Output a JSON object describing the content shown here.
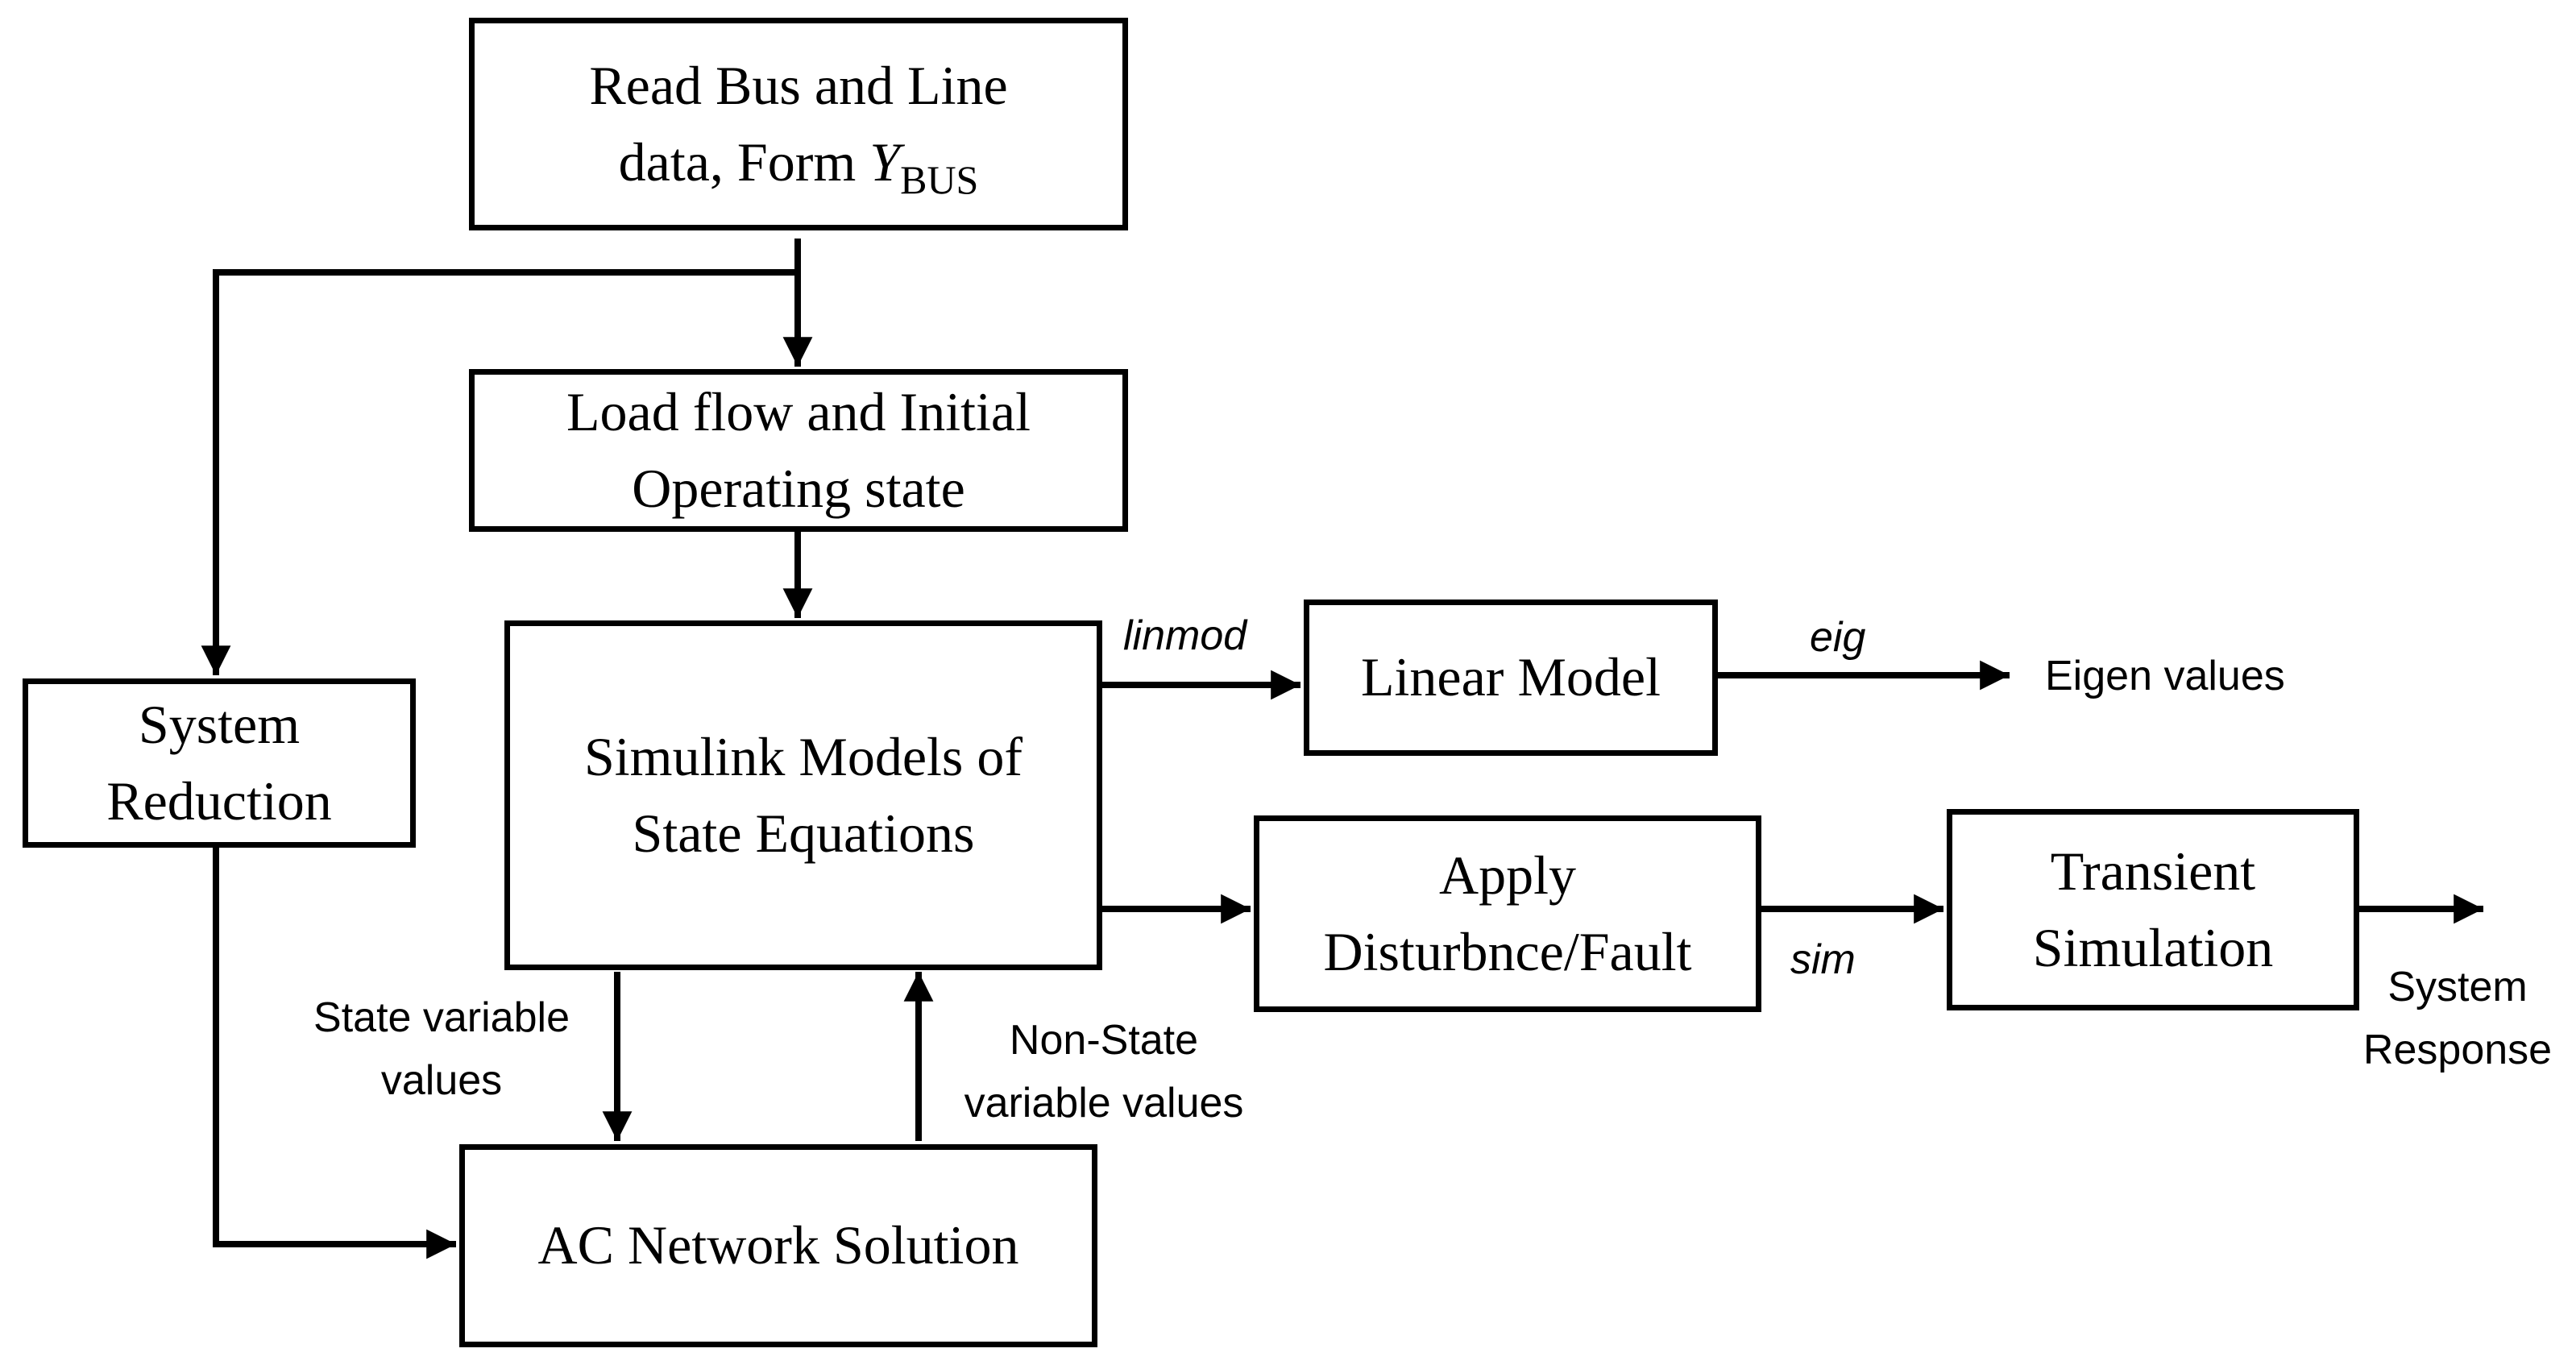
{
  "boxes": {
    "read_bus": {
      "line1": "Read Bus and Line",
      "line2_prefix": "data, Form ",
      "symbol": "Y",
      "subscript": "BUS"
    },
    "load_flow": {
      "line1": "Load flow and Initial",
      "line2": "Operating state"
    },
    "simulink": {
      "line1": "Simulink Models of",
      "line2": "State Equations"
    },
    "system_reduction": {
      "line1": "System",
      "line2": "Reduction"
    },
    "linear_model": {
      "line1": "Linear Model"
    },
    "apply_disturbance": {
      "line1": "Apply",
      "line2": "Disturbnce/Fault"
    },
    "transient": {
      "line1": "Transient",
      "line2": "Simulation"
    },
    "ac_network": {
      "line1": "AC Network Solution"
    }
  },
  "labels": {
    "linmod": "linmod",
    "eig": "eig",
    "sim": "sim",
    "eigen_values": "Eigen values",
    "system_response_1": "System",
    "system_response_2": "Response",
    "state_var_1": "State variable",
    "state_var_2": "values",
    "non_state_1": "Non-State",
    "non_state_2": "variable values"
  }
}
